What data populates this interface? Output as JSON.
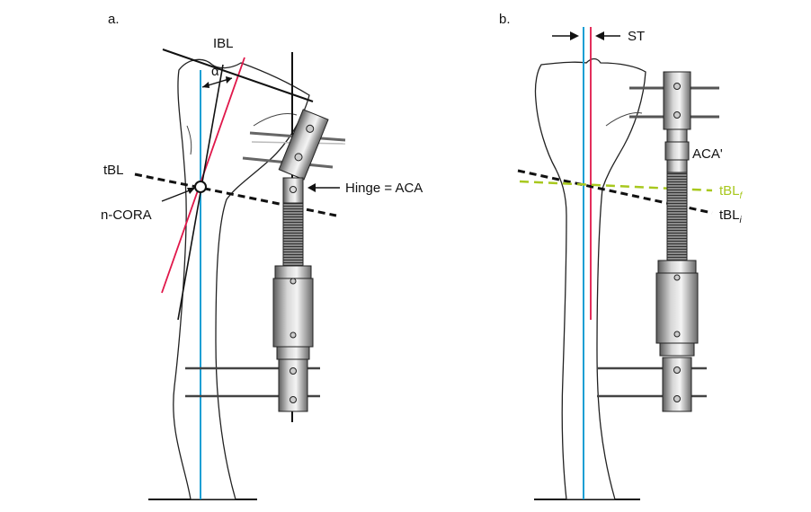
{
  "panels": {
    "a": {
      "label": "a.",
      "ibl": "IBL",
      "alpha": "α",
      "tbl": "tBL",
      "ncora": "n-CORA",
      "hinge": "Hinge = ACA"
    },
    "b": {
      "label": "b.",
      "st": "ST",
      "aca_prime": "ACA'",
      "tbl_f_base": "tBL",
      "tbl_f_sub": "f",
      "tbl_i_base": "tBL",
      "tbl_i_sub": "i"
    }
  },
  "colors": {
    "mechanical_axis": "#1a9fd4",
    "anatomic_axis": "#e0174a",
    "final_line": "#a8c81e",
    "ink": "#111111",
    "frame_metal": "#9a9a9a"
  }
}
